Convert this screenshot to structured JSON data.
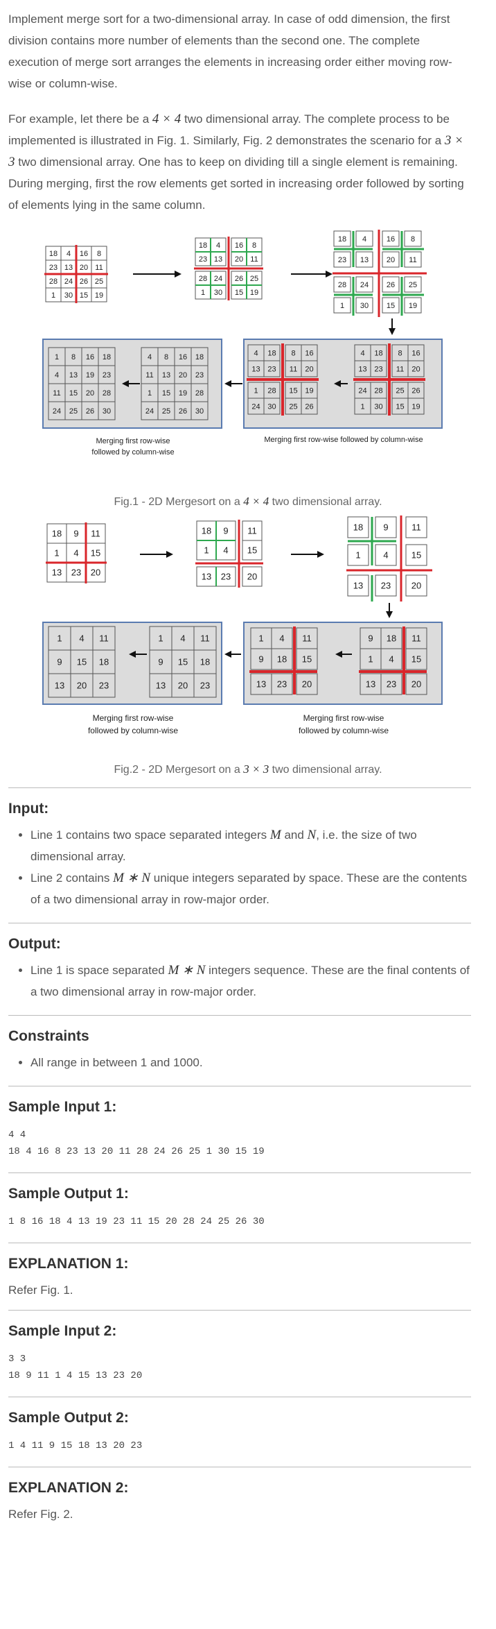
{
  "intro": {
    "p1": "Implement merge sort for a two-dimensional array. In case of odd dimension, the first division contains more number of elements than the second one. The complete execution of merge sort arranges the elements in increasing order either moving row-wise or column-wise.",
    "p2_a": "For example, let there be a ",
    "p2_math1": "4 × 4",
    "p2_b": " two dimensional array. The complete process to be implemented is illustrated in Fig. 1. Similarly, Fig. 2 demonstrates the scenario for a ",
    "p2_math2": "3 × 3",
    "p2_c": " two dimensional array. One has to keep on dividing till a single element is remaining. During merging, first the row elements get sorted in increasing order followed by sorting of elements lying in the same column."
  },
  "fig1": {
    "caption_a": "Fig.1 - 2D Mergesort on a ",
    "caption_math": "4 × 4",
    "caption_b": " two dimensional array.",
    "label_left": [
      "Merging first row-wise",
      "followed by column-wise"
    ],
    "label_right": "Merging first row-wise followed by column-wise",
    "original": [
      [
        18,
        4,
        16,
        8
      ],
      [
        23,
        13,
        20,
        11
      ],
      [
        28,
        24,
        26,
        25
      ],
      [
        1,
        30,
        15,
        19
      ]
    ],
    "sorted": [
      [
        1,
        8,
        16,
        18
      ],
      [
        4,
        13,
        19,
        23
      ],
      [
        11,
        15,
        20,
        28
      ],
      [
        24,
        25,
        26,
        30
      ]
    ],
    "merged_halves": [
      [
        4,
        8,
        16,
        18
      ],
      [
        11,
        13,
        20,
        23
      ],
      [
        1,
        15,
        19,
        28
      ],
      [
        24,
        25,
        26,
        30
      ]
    ],
    "merged_quads": [
      [
        4,
        18,
        8,
        16
      ],
      [
        13,
        23,
        11,
        20
      ],
      [
        1,
        28,
        15,
        19
      ],
      [
        24,
        30,
        25,
        26
      ]
    ],
    "quads_swapped": [
      [
        4,
        18,
        8,
        16
      ],
      [
        13,
        23,
        11,
        20
      ],
      [
        24,
        28,
        25,
        26
      ],
      [
        1,
        30,
        15,
        19
      ]
    ]
  },
  "fig2": {
    "caption_a": "Fig.2 - 2D Mergesort on a ",
    "caption_math": "3 × 3",
    "caption_b": " two dimensional array.",
    "label_left": [
      "Merging first row-wise",
      "followed by column-wise"
    ],
    "label_right": [
      "Merging first row-wise",
      "followed by column-wise"
    ],
    "original": [
      [
        18,
        9,
        11
      ],
      [
        1,
        4,
        15
      ],
      [
        13,
        23,
        20
      ]
    ],
    "sorted": [
      [
        1,
        4,
        11
      ],
      [
        9,
        15,
        18
      ],
      [
        13,
        20,
        23
      ]
    ],
    "merge_a": [
      [
        1,
        4,
        11
      ],
      [
        9,
        18,
        15
      ],
      [
        13,
        23,
        20
      ]
    ],
    "merge_b": [
      [
        9,
        18,
        11
      ],
      [
        1,
        4,
        15
      ],
      [
        13,
        23,
        20
      ]
    ]
  },
  "input": {
    "title": "Input:",
    "l1_a": "Line 1 contains two space separated integers ",
    "l1_m": "M",
    "l1_and": " and ",
    "l1_n": "N",
    "l1_b": ", i.e. the size of two dimensional array.",
    "l2_a": "Line 2 contains ",
    "l2_math": "M ∗ N",
    "l2_b": " unique integers separated by space. These are the contents of a two dimensional array in row-major order."
  },
  "output": {
    "title": "Output:",
    "l1_a": "Line 1 is space separated ",
    "l1_math": "M ∗ N",
    "l1_b": " integers sequence. These are the final contents of a two dimensional array in row-major order."
  },
  "constraints": {
    "title": "Constraints",
    "item": "All range in between 1 and 1000."
  },
  "sample_input_1": {
    "title": "Sample Input 1:",
    "line1": "4 4",
    "line2": "18 4 16 8 23 13 20 11 28 24 26 25 1 30 15 19"
  },
  "sample_output_1": {
    "title": "Sample Output 1:",
    "line1": "1 8 16 18 4 13 19 23 11 15 20 28 24 25 26 30"
  },
  "explanation_1": {
    "title": "EXPLANATION 1:",
    "text": "Refer Fig. 1."
  },
  "sample_input_2": {
    "title": "Sample Input 2:",
    "line1": "3 3",
    "line2": "18 9 11 1 4 15 13 23 20"
  },
  "sample_output_2": {
    "title": "Sample Output 2:",
    "line1": "1 4 11 9 15 18 13 20 23"
  },
  "explanation_2": {
    "title": "EXPLANATION 2:",
    "text": "Refer Fig. 2."
  },
  "colors": {
    "red": "#d9262b",
    "green": "#2ea84f",
    "grey_panel": "#dcdcdc",
    "panel_border": "#5a7bb0"
  }
}
